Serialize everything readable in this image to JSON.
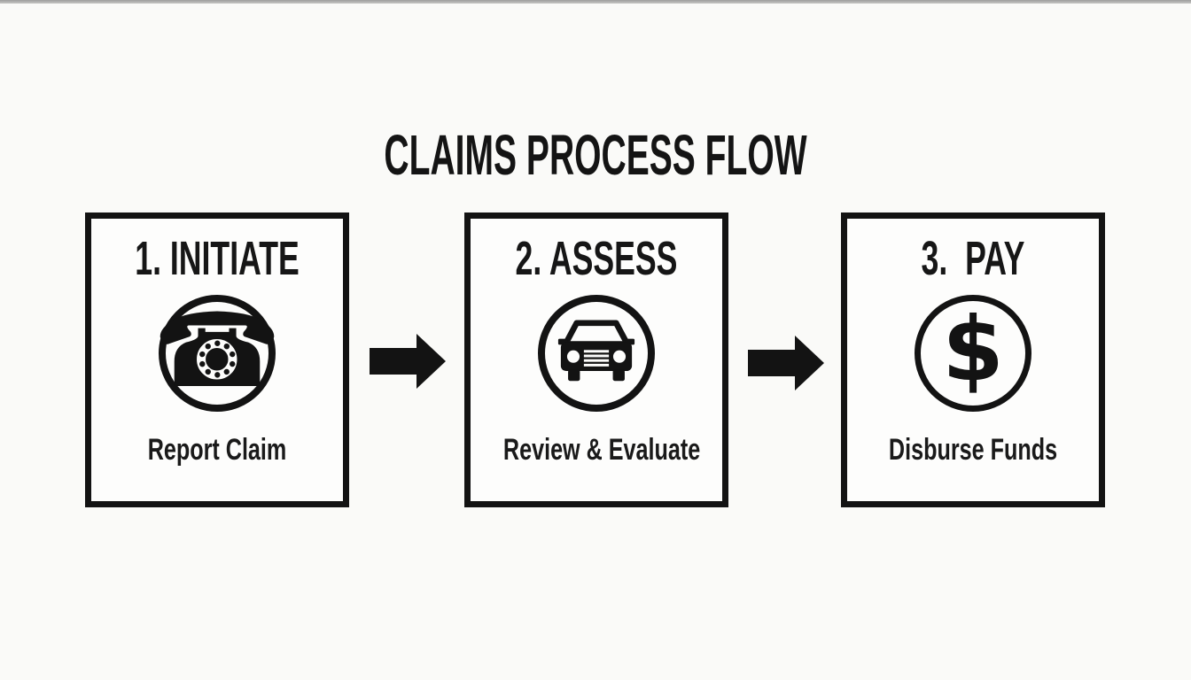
{
  "diagram": {
    "title": "CLAIMS PROCESS FLOW",
    "colors": {
      "ink": "#131313",
      "background": "#fafaf8",
      "panel": "#fdfdfc"
    },
    "steps": [
      {
        "heading": "1. INITIATE",
        "label": "Report Claim",
        "icon": "rotary-phone-icon",
        "icon_glyph": "☎"
      },
      {
        "heading": "2. ASSESS",
        "label": "Review & Evaluate",
        "icon": "car-front-icon",
        "icon_glyph": ""
      },
      {
        "heading": "3.  PAY",
        "label": "Disburse Funds",
        "icon": "dollar-sign-icon",
        "icon_glyph": "$"
      }
    ],
    "connectors": [
      {
        "type": "right-arrow"
      },
      {
        "type": "right-arrow"
      }
    ]
  }
}
